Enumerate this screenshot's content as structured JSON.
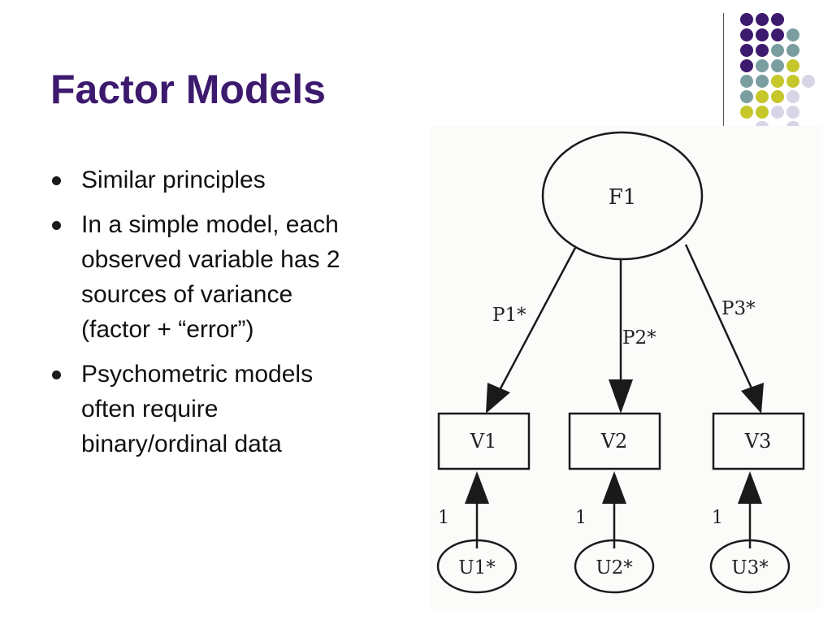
{
  "slide": {
    "title": "Factor Models",
    "bullets": [
      {
        "lines": [
          "Similar principles"
        ]
      },
      {
        "lines": [
          "In a simple model, each",
          "observed variable has 2",
          "sources of variance",
          "(factor + “error”)"
        ]
      },
      {
        "lines": [
          "Psychometric models",
          "often require",
          "binary/ordinal data"
        ]
      }
    ]
  },
  "diagram": {
    "factor": "F1",
    "variables": [
      "V1",
      "V2",
      "V3"
    ],
    "uniquenesses": [
      "U1*",
      "U2*",
      "U3*"
    ],
    "loadings": [
      "P1*",
      "P2*",
      "P3*"
    ],
    "error_paths": [
      "1",
      "1",
      "1"
    ]
  },
  "theme": {
    "title_color": "#3d1a6e",
    "dot_colors": [
      "#3d1a6e",
      "#7a9e9f",
      "#c5c72a",
      "#d6d6e6"
    ]
  }
}
